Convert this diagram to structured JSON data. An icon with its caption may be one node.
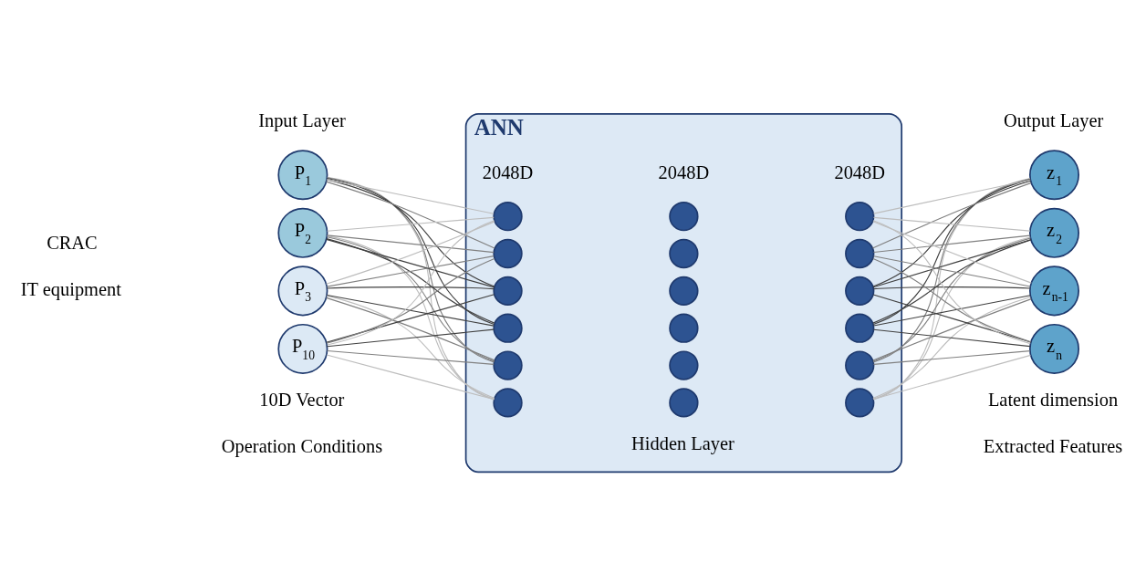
{
  "diagram": {
    "nodes": [
      {
        "text": [
          "P$_{1}$"
        ]
      },
      {
        "text": [
          "P$_{2}$"
        ]
      },
      {
        "text": [
          "P$_{3}$"
        ]
      },
      {
        "text": [
          "P$_{10}$"
        ]
      },
      {
        "text": [
          "ANN"
        ]
      },
      {
        "text": [],
        "shape": "circle",
        "in": 4
      },
      {
        "text": [],
        "shape": "circle",
        "in": 4
      },
      {
        "text": [],
        "shape": "circle",
        "in": 4
      },
      {
        "text": [],
        "shape": "circle",
        "in": 4
      },
      {
        "text": [],
        "shape": "circle",
        "in": 4
      },
      {
        "text": [],
        "shape": "circle",
        "in": 4
      },
      {
        "text": [],
        "shape": "circle",
        "in": 4
      },
      {
        "text": [],
        "shape": "circle",
        "in": 4
      },
      {
        "text": [],
        "shape": "circle",
        "in": 4
      },
      {
        "text": [],
        "shape": "circle",
        "in": 4
      },
      {
        "text": [],
        "shape": "circle",
        "in": 4
      },
      {
        "text": [],
        "shape": "circle",
        "in": 4
      },
      {
        "text": [],
        "shape": "circle",
        "in": 4
      },
      {
        "text": [],
        "shape": "circle",
        "in": 4
      },
      {
        "text": [],
        "shape": "circle",
        "in": 4
      },
      {
        "text": [],
        "shape": "circle",
        "in": 4
      },
      {
        "text": [],
        "shape": "circle",
        "in": 4
      },
      {
        "text": [],
        "shape": "circle",
        "in": 4
      },
      {
        "text": [
          "z$_{1}$"
        ]
      },
      {
        "text": [
          "z$_{2}$"
        ]
      },
      {
        "text": [
          "z$_{n-1}$"
        ]
      },
      {
        "text": [
          "z$_{n}$"
        ]
      }
    ],
    "edges": [
      {
        "from": 0,
        "to": 5,
        "arrow": "none",
        "color": "#bdbdbd"
      },
      {
        "from": 0,
        "to": 6,
        "arrow": "none",
        "color": "#808080"
      },
      {
        "from": 0,
        "to": 7,
        "arrow": "none",
        "color": "#404040"
      },
      {
        "from": 0,
        "to": 8,
        "arrow": "none",
        "color": "#404040"
      },
      {
        "from": 0,
        "to": 9,
        "arrow": "none",
        "color": "#808080"
      },
      {
        "from": 0,
        "to": 10,
        "arrow": "none",
        "color": "#bdbdbd"
      },
      {
        "from": 1,
        "to": 5,
        "arrow": "none",
        "color": "#bdbdbd"
      },
      {
        "from": 1,
        "to": 6,
        "arrow": "none",
        "color": "#808080"
      },
      {
        "from": 1,
        "to": 7,
        "arrow": "none",
        "color": "#404040"
      },
      {
        "from": 1,
        "to": 8,
        "arrow": "none",
        "color": "#404040"
      },
      {
        "from": 1,
        "to": 9,
        "arrow": "none",
        "color": "#808080"
      },
      {
        "from": 1,
        "to": 10,
        "arrow": "none",
        "color": "#bdbdbd"
      },
      {
        "from": 2,
        "to": 5,
        "arrow": "none",
        "color": "#bdbdbd"
      },
      {
        "from": 2,
        "to": 6,
        "arrow": "none",
        "color": "#808080"
      },
      {
        "from": 2,
        "to": 7,
        "arrow": "none",
        "color": "#404040"
      },
      {
        "from": 2,
        "to": 8,
        "arrow": "none",
        "color": "#404040"
      },
      {
        "from": 2,
        "to": 9,
        "arrow": "none",
        "color": "#808080"
      },
      {
        "from": 2,
        "to": 10,
        "arrow": "none",
        "color": "#bdbdbd"
      },
      {
        "from": 3,
        "to": 5,
        "arrow": "none",
        "color": "#bdbdbd"
      },
      {
        "from": 3,
        "to": 6,
        "arrow": "none",
        "color": "#808080"
      },
      {
        "from": 3,
        "to": 7,
        "arrow": "none",
        "color": "#404040"
      },
      {
        "from": 3,
        "to": 8,
        "arrow": "none",
        "color": "#404040"
      },
      {
        "from": 3,
        "to": 9,
        "arrow": "none",
        "color": "#808080"
      },
      {
        "from": 3,
        "to": 10,
        "arrow": "none",
        "color": "#bdbdbd"
      },
      {
        "from": 17,
        "to": 23,
        "arrow": "none",
        "color": "#bdbdbd"
      },
      {
        "from": 17,
        "to": 24,
        "arrow": "none",
        "color": "#bdbdbd"
      },
      {
        "from": 17,
        "to": 25,
        "arrow": "none",
        "color": "#bdbdbd"
      },
      {
        "from": 17,
        "to": 26,
        "arrow": "none",
        "color": "#bdbdbd"
      },
      {
        "from": 18,
        "to": 23,
        "arrow": "none",
        "color": "#808080"
      },
      {
        "from": 18,
        "to": 24,
        "arrow": "none",
        "color": "#808080"
      },
      {
        "from": 18,
        "to": 25,
        "arrow": "none",
        "color": "#808080"
      },
      {
        "from": 18,
        "to": 26,
        "arrow": "none",
        "color": "#808080"
      },
      {
        "from": 19,
        "to": 23,
        "arrow": "none",
        "color": "#404040"
      },
      {
        "from": 19,
        "to": 24,
        "arrow": "none",
        "color": "#404040"
      },
      {
        "from": 19,
        "to": 25,
        "arrow": "none",
        "color": "#404040"
      },
      {
        "from": 19,
        "to": 26,
        "arrow": "none",
        "color": "#404040"
      },
      {
        "from": 20,
        "to": 23,
        "arrow": "none",
        "color": "#404040"
      },
      {
        "from": 20,
        "to": 24,
        "arrow": "none",
        "color": "#404040"
      },
      {
        "from": 20,
        "to": 25,
        "arrow": "none",
        "color": "#404040"
      },
      {
        "from": 20,
        "to": 26,
        "arrow": "none",
        "color": "#404040"
      },
      {
        "from": 21,
        "to": 23,
        "arrow": "none",
        "color": "#808080"
      },
      {
        "from": 21,
        "to": 24,
        "arrow": "none",
        "color": "#808080"
      },
      {
        "from": 21,
        "to": 25,
        "arrow": "none",
        "color": "#808080"
      },
      {
        "from": 21,
        "to": 26,
        "arrow": "none",
        "color": "#808080"
      },
      {
        "from": 22,
        "to": 23,
        "arrow": "none",
        "color": "#bdbdbd"
      },
      {
        "from": 22,
        "to": 24,
        "arrow": "none",
        "color": "#bdbdbd"
      },
      {
        "from": 22,
        "to": 25,
        "arrow": "none",
        "color": "#bdbdbd"
      },
      {
        "from": 22,
        "to": 26,
        "arrow": "none",
        "color": "#bdbdbd"
      }
    ],
    "labels": [
      "Input Layer",
      "Hidden Layer",
      "Output Layer",
      "CRAC",
      "IT equipment",
      "10D Vector",
      "Latent dimension",
      "Operation Conditions",
      "2048D",
      "2048D",
      "2048D",
      "Extracted Features"
    ]
  }
}
